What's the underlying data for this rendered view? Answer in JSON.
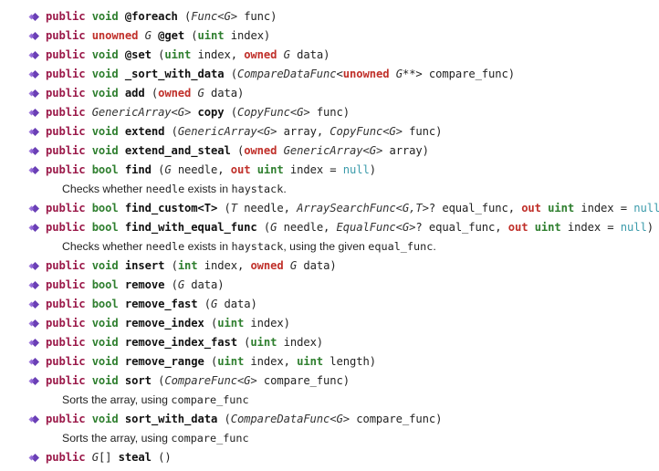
{
  "colors": {
    "public": "#9b1a4a",
    "type": "#2f7f2f",
    "modifier": "#c0302a",
    "literal": "#3b9bab",
    "icon": "#6a3fb5"
  },
  "rows": [
    {
      "kind": "method",
      "parts": [
        [
          "pub",
          "public"
        ],
        [
          " "
        ],
        [
          "type",
          "void"
        ],
        [
          " "
        ],
        [
          "name",
          "@foreach"
        ],
        [
          " ("
        ],
        [
          "ptype",
          "Func<G>"
        ],
        [
          " func)"
        ]
      ]
    },
    {
      "kind": "method",
      "parts": [
        [
          "pub",
          "public"
        ],
        [
          " "
        ],
        [
          "mod",
          "unowned"
        ],
        [
          " "
        ],
        [
          "ptype",
          "G"
        ],
        [
          " "
        ],
        [
          "name",
          "@get"
        ],
        [
          " ("
        ],
        [
          "type",
          "uint"
        ],
        [
          " index)"
        ]
      ]
    },
    {
      "kind": "method",
      "parts": [
        [
          "pub",
          "public"
        ],
        [
          " "
        ],
        [
          "type",
          "void"
        ],
        [
          " "
        ],
        [
          "name",
          "@set"
        ],
        [
          " ("
        ],
        [
          "type",
          "uint"
        ],
        [
          " index, "
        ],
        [
          "mod",
          "owned"
        ],
        [
          " "
        ],
        [
          "ptype",
          "G"
        ],
        [
          " data)"
        ]
      ]
    },
    {
      "kind": "method",
      "parts": [
        [
          "pub",
          "public"
        ],
        [
          " "
        ],
        [
          "type",
          "void"
        ],
        [
          " "
        ],
        [
          "name",
          "_sort_with_data"
        ],
        [
          " ("
        ],
        [
          "ptype",
          "CompareDataFunc"
        ],
        [
          "<"
        ],
        [
          "mod",
          "unowned"
        ],
        [
          " "
        ],
        [
          "ptype",
          "G"
        ],
        [
          "**> compare_func)"
        ]
      ]
    },
    {
      "kind": "method",
      "parts": [
        [
          "pub",
          "public"
        ],
        [
          " "
        ],
        [
          "type",
          "void"
        ],
        [
          " "
        ],
        [
          "name",
          "add"
        ],
        [
          " ("
        ],
        [
          "mod",
          "owned"
        ],
        [
          " "
        ],
        [
          "ptype",
          "G"
        ],
        [
          " data)"
        ]
      ]
    },
    {
      "kind": "method",
      "parts": [
        [
          "pub",
          "public"
        ],
        [
          " "
        ],
        [
          "ptype",
          "GenericArray<G>"
        ],
        [
          " "
        ],
        [
          "name",
          "copy"
        ],
        [
          " ("
        ],
        [
          "ptype",
          "CopyFunc<G>"
        ],
        [
          " func)"
        ]
      ]
    },
    {
      "kind": "method",
      "parts": [
        [
          "pub",
          "public"
        ],
        [
          " "
        ],
        [
          "type",
          "void"
        ],
        [
          " "
        ],
        [
          "name",
          "extend"
        ],
        [
          " ("
        ],
        [
          "ptype",
          "GenericArray<G>"
        ],
        [
          " array, "
        ],
        [
          "ptype",
          "CopyFunc<G>"
        ],
        [
          " func)"
        ]
      ]
    },
    {
      "kind": "method",
      "parts": [
        [
          "pub",
          "public"
        ],
        [
          " "
        ],
        [
          "type",
          "void"
        ],
        [
          " "
        ],
        [
          "name",
          "extend_and_steal"
        ],
        [
          " ("
        ],
        [
          "mod",
          "owned"
        ],
        [
          " "
        ],
        [
          "ptype",
          "GenericArray<G>"
        ],
        [
          " array)"
        ]
      ]
    },
    {
      "kind": "method",
      "parts": [
        [
          "pub",
          "public"
        ],
        [
          " "
        ],
        [
          "type",
          "bool"
        ],
        [
          " "
        ],
        [
          "name",
          "find"
        ],
        [
          " ("
        ],
        [
          "ptype",
          "G"
        ],
        [
          " needle, "
        ],
        [
          "mod",
          "out"
        ],
        [
          " "
        ],
        [
          "type",
          "uint"
        ],
        [
          " index = "
        ],
        [
          "lit",
          "null"
        ],
        [
          ")"
        ]
      ]
    },
    {
      "kind": "desc",
      "parts": [
        [
          "text",
          "Checks whether "
        ],
        [
          "code",
          "needle"
        ],
        [
          "text",
          " exists in "
        ],
        [
          "code",
          "haystack"
        ],
        [
          "text",
          "."
        ]
      ]
    },
    {
      "kind": "method",
      "parts": [
        [
          "pub",
          "public"
        ],
        [
          " "
        ],
        [
          "type",
          "bool"
        ],
        [
          " "
        ],
        [
          "name",
          "find_custom<T>"
        ],
        [
          " ("
        ],
        [
          "ptype",
          "T"
        ],
        [
          " needle, "
        ],
        [
          "ptype",
          "ArraySearchFunc<G,T>"
        ],
        [
          "? equal_func, "
        ],
        [
          "mod",
          "out"
        ],
        [
          " "
        ],
        [
          "type",
          "uint"
        ],
        [
          " index = "
        ],
        [
          "lit",
          "null"
        ],
        [
          ")"
        ]
      ]
    },
    {
      "kind": "method",
      "parts": [
        [
          "pub",
          "public"
        ],
        [
          " "
        ],
        [
          "type",
          "bool"
        ],
        [
          " "
        ],
        [
          "name",
          "find_with_equal_func"
        ],
        [
          " ("
        ],
        [
          "ptype",
          "G"
        ],
        [
          " needle, "
        ],
        [
          "ptype",
          "EqualFunc<G>"
        ],
        [
          "? equal_func, "
        ],
        [
          "mod",
          "out"
        ],
        [
          " "
        ],
        [
          "type",
          "uint"
        ],
        [
          " index = "
        ],
        [
          "lit",
          "null"
        ],
        [
          ")"
        ]
      ]
    },
    {
      "kind": "desc",
      "parts": [
        [
          "text",
          "Checks whether "
        ],
        [
          "code",
          "needle"
        ],
        [
          "text",
          " exists in "
        ],
        [
          "code",
          "haystack"
        ],
        [
          "text",
          ", using the given "
        ],
        [
          "code",
          "equal_func"
        ],
        [
          "text",
          "."
        ]
      ]
    },
    {
      "kind": "method",
      "parts": [
        [
          "pub",
          "public"
        ],
        [
          " "
        ],
        [
          "type",
          "void"
        ],
        [
          " "
        ],
        [
          "name",
          "insert"
        ],
        [
          " ("
        ],
        [
          "type",
          "int"
        ],
        [
          " index, "
        ],
        [
          "mod",
          "owned"
        ],
        [
          " "
        ],
        [
          "ptype",
          "G"
        ],
        [
          " data)"
        ]
      ]
    },
    {
      "kind": "method",
      "parts": [
        [
          "pub",
          "public"
        ],
        [
          " "
        ],
        [
          "type",
          "bool"
        ],
        [
          " "
        ],
        [
          "name",
          "remove"
        ],
        [
          " ("
        ],
        [
          "ptype",
          "G"
        ],
        [
          " data)"
        ]
      ]
    },
    {
      "kind": "method",
      "parts": [
        [
          "pub",
          "public"
        ],
        [
          " "
        ],
        [
          "type",
          "bool"
        ],
        [
          " "
        ],
        [
          "name",
          "remove_fast"
        ],
        [
          " ("
        ],
        [
          "ptype",
          "G"
        ],
        [
          " data)"
        ]
      ]
    },
    {
      "kind": "method",
      "parts": [
        [
          "pub",
          "public"
        ],
        [
          " "
        ],
        [
          "type",
          "void"
        ],
        [
          " "
        ],
        [
          "name",
          "remove_index"
        ],
        [
          " ("
        ],
        [
          "type",
          "uint"
        ],
        [
          " index)"
        ]
      ]
    },
    {
      "kind": "method",
      "parts": [
        [
          "pub",
          "public"
        ],
        [
          " "
        ],
        [
          "type",
          "void"
        ],
        [
          " "
        ],
        [
          "name",
          "remove_index_fast"
        ],
        [
          " ("
        ],
        [
          "type",
          "uint"
        ],
        [
          " index)"
        ]
      ]
    },
    {
      "kind": "method",
      "parts": [
        [
          "pub",
          "public"
        ],
        [
          " "
        ],
        [
          "type",
          "void"
        ],
        [
          " "
        ],
        [
          "name",
          "remove_range"
        ],
        [
          " ("
        ],
        [
          "type",
          "uint"
        ],
        [
          " index, "
        ],
        [
          "type",
          "uint"
        ],
        [
          " length)"
        ]
      ]
    },
    {
      "kind": "method",
      "parts": [
        [
          "pub",
          "public"
        ],
        [
          " "
        ],
        [
          "type",
          "void"
        ],
        [
          " "
        ],
        [
          "name",
          "sort"
        ],
        [
          " ("
        ],
        [
          "ptype",
          "CompareFunc<G>"
        ],
        [
          " compare_func)"
        ]
      ]
    },
    {
      "kind": "desc",
      "parts": [
        [
          "text",
          "Sorts the array, using "
        ],
        [
          "code",
          "compare_func"
        ]
      ]
    },
    {
      "kind": "method",
      "parts": [
        [
          "pub",
          "public"
        ],
        [
          " "
        ],
        [
          "type",
          "void"
        ],
        [
          " "
        ],
        [
          "name",
          "sort_with_data"
        ],
        [
          " ("
        ],
        [
          "ptype",
          "CompareDataFunc<G>"
        ],
        [
          " compare_func)"
        ]
      ]
    },
    {
      "kind": "desc",
      "parts": [
        [
          "text",
          "Sorts the array, using "
        ],
        [
          "code",
          "compare_func"
        ]
      ]
    },
    {
      "kind": "method",
      "parts": [
        [
          "pub",
          "public"
        ],
        [
          " "
        ],
        [
          "ptype",
          "G"
        ],
        [
          "[] "
        ],
        [
          "name",
          "steal"
        ],
        [
          " ()"
        ]
      ]
    }
  ]
}
